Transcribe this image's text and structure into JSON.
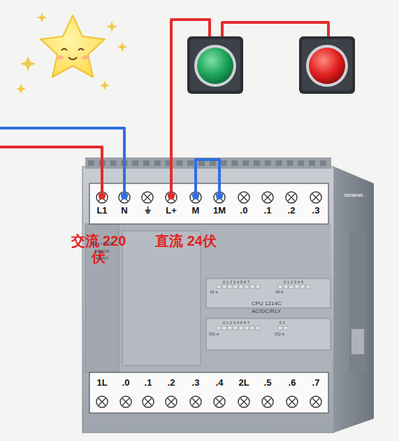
{
  "diagram": {
    "nodes": [
      {
        "text": [
          "CPU 1214C",
          "AC/DC/RLY"
        ]
      }
    ],
    "labels": [
      "L1",
      "N",
      "⏚",
      "L+",
      "M",
      "1M",
      ".0",
      ".1",
      ".2",
      ".3",
      "1L",
      ".0",
      ".1",
      ".2",
      ".3",
      ".4",
      "2L",
      ".5",
      ".6",
      ".7",
      "交流 220伏",
      "直流 24伏",
      "SIEMENS",
      "RUN / STOP",
      "ERROR",
      "MAINT",
      "DI a",
      "0 1 2 3 4 5 6 7",
      "DI b",
      "0 1 2 3 4 5",
      "DQ a",
      "0 1 2 3 4 5 6 7",
      "DQ b",
      "0 1"
    ]
  }
}
